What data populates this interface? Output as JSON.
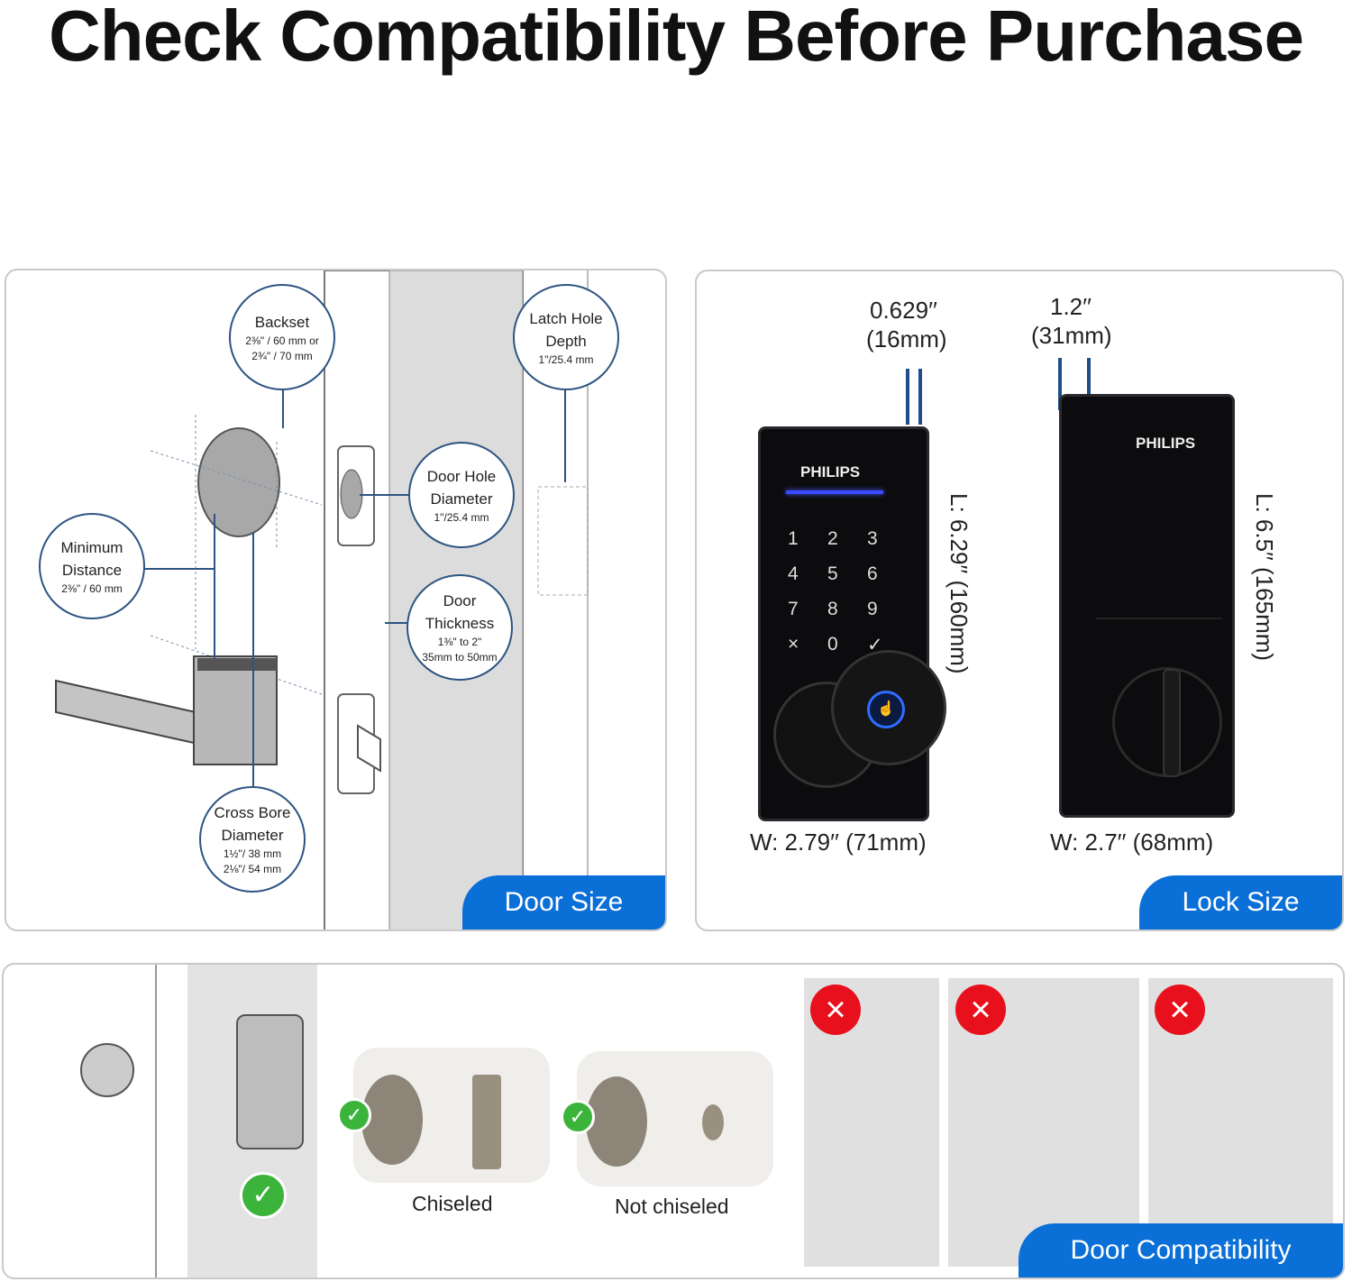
{
  "title": "Check Compatibility Before Purchase",
  "door_size": {
    "tab": "Door Size",
    "backset": {
      "h": "Backset",
      "s1": "2⅜\" / 60 mm or",
      "s2": "2¾\" / 70 mm"
    },
    "latch_hole_depth": {
      "h1": "Latch Hole",
      "h2": "Depth",
      "s": "1\"/25.4 mm"
    },
    "door_hole_diameter": {
      "h1": "Door Hole",
      "h2": "Diameter",
      "s": "1\"/25.4 mm"
    },
    "minimum_distance": {
      "h1": "Minimum",
      "h2": "Distance",
      "s": "2⅜\" / 60 mm"
    },
    "door_thickness": {
      "h1": "Door",
      "h2": "Thickness",
      "s1": "1⅜\" to 2\"",
      "s2": "35mm to 50mm"
    },
    "cross_bore": {
      "h1": "Cross Bore",
      "h2": "Diameter",
      "s1": "1½\"/ 38 mm",
      "s2": "2⅛\"/ 54 mm"
    }
  },
  "lock_size": {
    "tab": "Lock Size",
    "front": {
      "depth1": "0.629′′",
      "depth2": "(16mm)",
      "length": "L: 6.29′′ (160mm)",
      "width": "W: 2.79′′ (71mm)",
      "brand": "PHILIPS",
      "keys": [
        "1",
        "2",
        "3",
        "4",
        "5",
        "6",
        "7",
        "8",
        "9",
        "×",
        "0",
        "✓"
      ]
    },
    "back": {
      "depth1": "1.2′′",
      "depth2": "(31mm)",
      "length": "L: 6.5′′ (165mm)",
      "width": "W: 2.7′′ (68mm)",
      "brand": "PHILIPS"
    }
  },
  "door_compat": {
    "tab": "Door Compatibility",
    "chiseled": "Chiseled",
    "not_chiseled": "Not chiseled"
  },
  "colors": {
    "accent": "#0b6fd8",
    "callout": "#2d5482",
    "ok": "#3cb43c",
    "bad": "#e8101c"
  }
}
